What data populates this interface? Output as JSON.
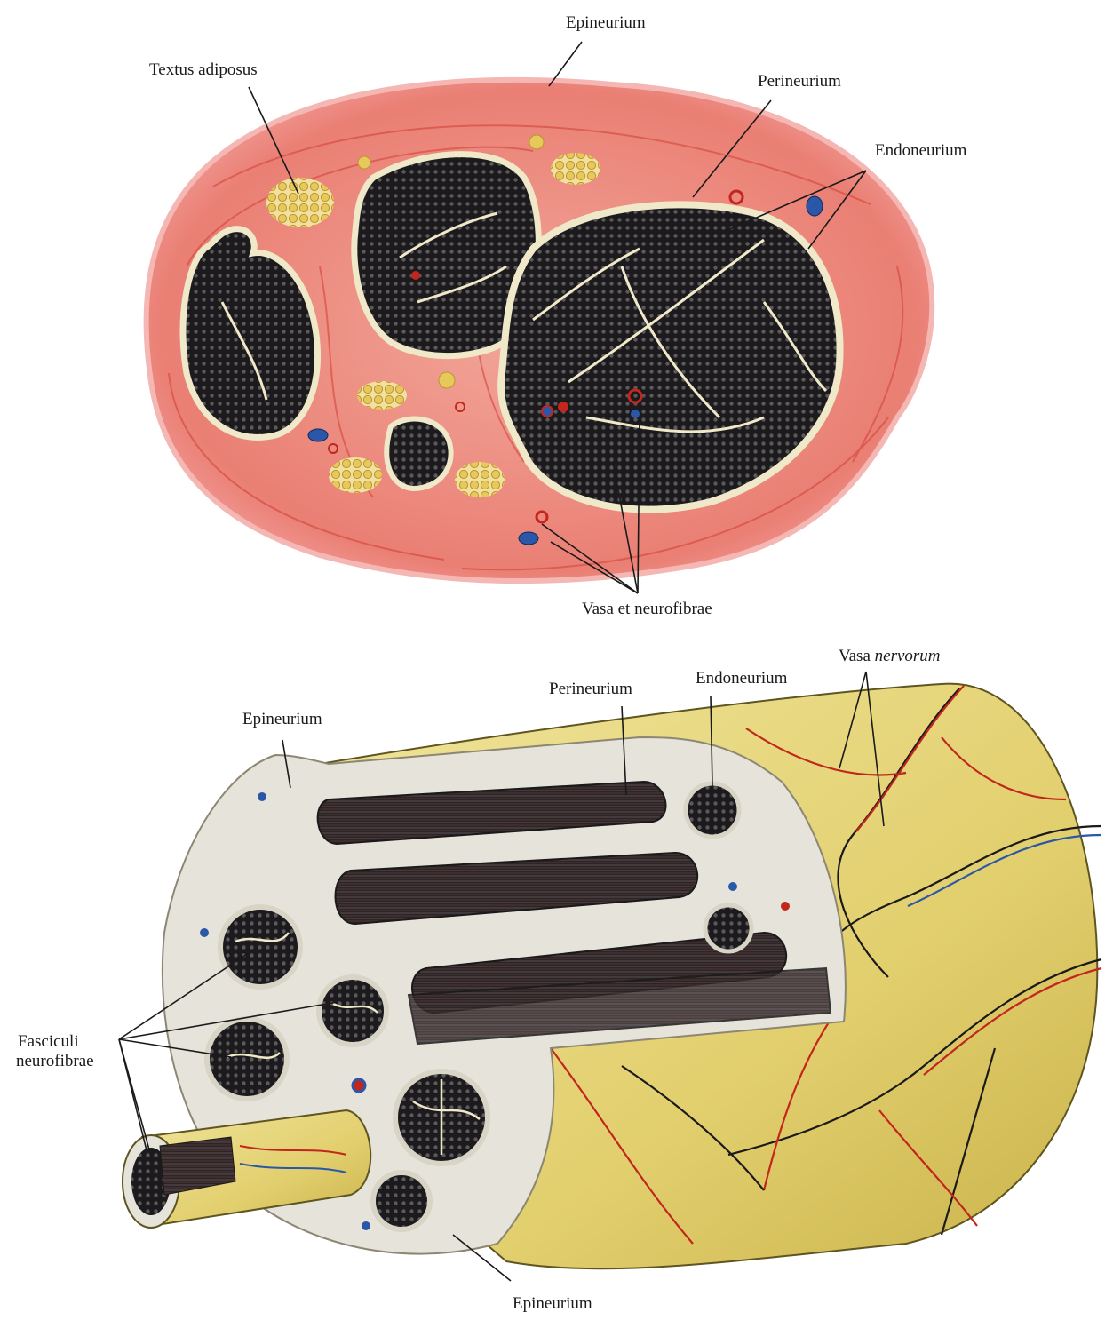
{
  "labels": {
    "epineurium_top": "Epineurium",
    "textus_adiposus": "Textus adiposus",
    "perineurium_top": "Perineurium",
    "endoneurium_top": "Endoneurium",
    "vasa_et_neurofibrae": "Vasa et neurofibrae",
    "epineurium_left": "Epineurium",
    "perineurium_bottom": "Perineurium",
    "endoneurium_bottom": "Endoneurium",
    "vasa_nervorum_1": "Vasa",
    "vasa_nervorum_2": "nervorum",
    "fasciculi_1": "Fasciculi",
    "fasciculi_2": "neurofibrae",
    "epineurium_bottom": "Epineurium"
  },
  "colors": {
    "epineurium_pink": "#ee8f86",
    "epineurium_red": "#d9473c",
    "fascicle_dark": "#1c1a1c",
    "perineurium_cream": "#efe9c9",
    "fat_yellow": "#e6c95a",
    "vein_blue": "#2a57a8",
    "artery_red": "#c2261d",
    "surface_yellow": "#e8d77a",
    "cut_face": "#e6e3da",
    "leader": "#1a1a1a"
  }
}
